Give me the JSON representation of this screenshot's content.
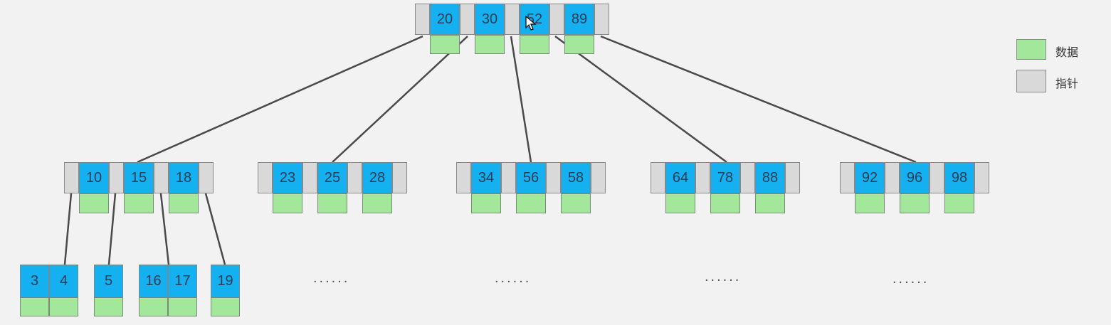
{
  "colors": {
    "key": "#14b0f0",
    "data": "#a3e79a",
    "pointer": "#d9d9d9",
    "edge": "#4a4a4a",
    "background": "#f2f2f2"
  },
  "legend": [
    {
      "label": "数据",
      "kind": "data"
    },
    {
      "label": "指针",
      "kind": "pointer"
    }
  ],
  "tree": {
    "root": {
      "keys": [
        "20",
        "30",
        "52",
        "89"
      ]
    },
    "level2": [
      {
        "keys": [
          "10",
          "15",
          "18"
        ]
      },
      {
        "keys": [
          "23",
          "25",
          "28"
        ]
      },
      {
        "keys": [
          "34",
          "56",
          "58"
        ]
      },
      {
        "keys": [
          "64",
          "78",
          "88"
        ]
      },
      {
        "keys": [
          "92",
          "96",
          "98"
        ]
      }
    ],
    "leaves": [
      {
        "keys": [
          "3",
          "4"
        ]
      },
      {
        "keys": [
          "5"
        ]
      },
      {
        "keys": [
          "16",
          "17"
        ]
      },
      {
        "keys": [
          "19"
        ]
      }
    ],
    "ellipses": [
      "......",
      "......",
      "......",
      "......"
    ]
  }
}
